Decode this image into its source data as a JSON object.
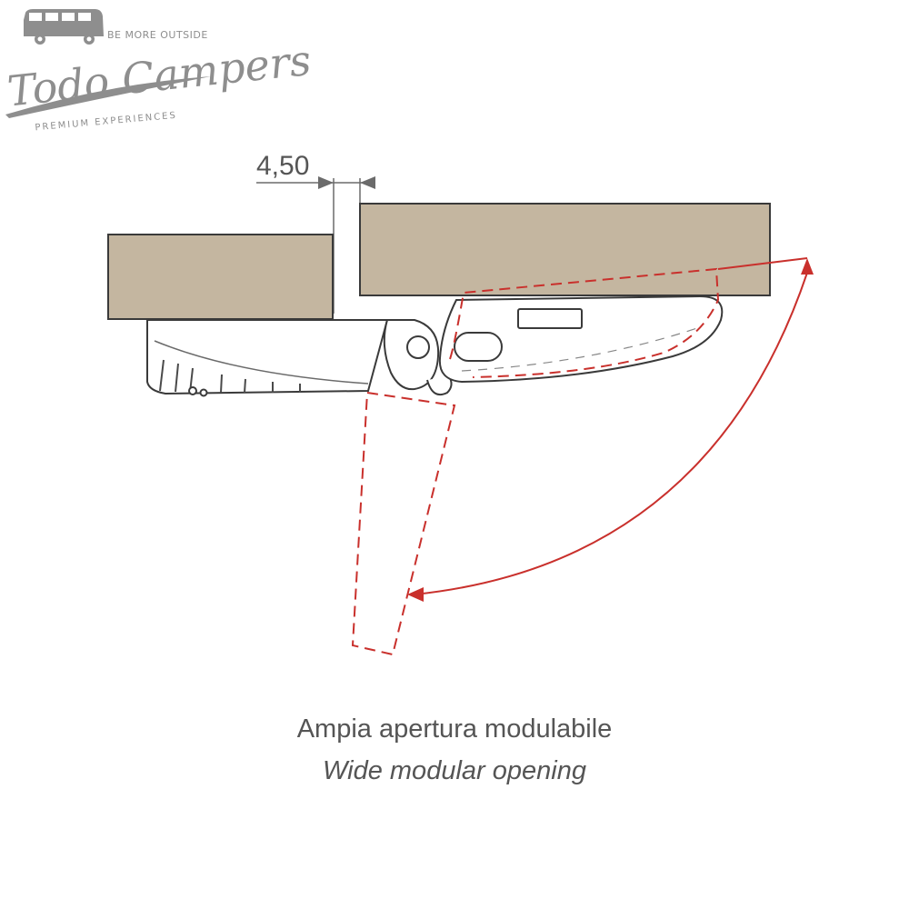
{
  "logo": {
    "tagline_top": "BE MORE OUTSIDE",
    "brand": "Todo Campers",
    "tagline_bottom": "PREMIUM EXPERIENCES"
  },
  "diagram": {
    "gap_dimension": "4,50",
    "colors": {
      "wood": "#c4b6a0",
      "outline": "#3a3a3a",
      "mechanism": "#ffffff",
      "opening_path": "#c9302c",
      "dimension": "#6b6b6b"
    }
  },
  "caption": {
    "line1": "Ampia apertura modulabile",
    "line2": "Wide modular opening"
  }
}
